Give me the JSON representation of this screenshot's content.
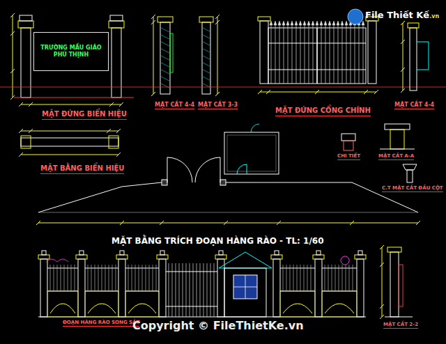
{
  "diagram": {
    "nodes": [
      {
        "text": [
          "TRƯỜNG MẦU GIÁO PHÚ THỊNH"
        ]
      }
    ],
    "labels": [
      "MẶT ĐỨNG BIỂN HIỆU",
      "MẶT CẮT 4-4",
      "MẶT CẮT 3-3",
      "MẶT ĐỨNG CỔNG CHÍNH",
      "MẶT CẮT 4-4",
      "MẶT BẰNG BIỂN HIỆU",
      "CHI TIẾT",
      "MẶT CẮT A-A",
      "C.T MẶT CẮT ĐẦU CỘT",
      "MẶT BẰNG TRÍCH ĐOẠN HÀNG RÀO - TL: 1/60",
      "ĐOẠN HÀNG RÀO SONG SẮT",
      "MẶT CẮT 2-2",
      "Copyright © FileThietKe.vn",
      "File Thiết Kế",
      ".vn"
    ]
  }
}
